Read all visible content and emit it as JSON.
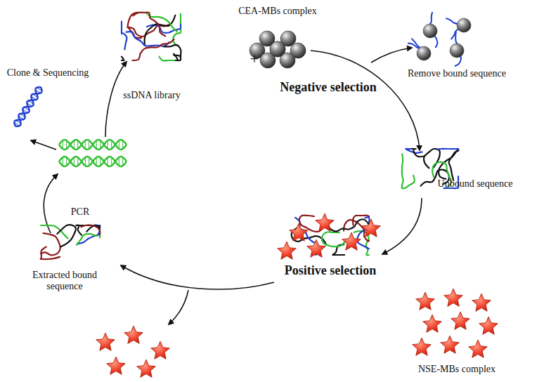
{
  "diagram": {
    "labels": [
      "CEA-MBs complex",
      "+",
      "Remove bound sequence",
      "Negative selection",
      "Unbound sequence",
      "Positive selection",
      "NSE-MBs complex",
      "Extracted bound sequence",
      "PCR",
      "ssDNA library",
      "Clone & Sequencing"
    ]
  }
}
